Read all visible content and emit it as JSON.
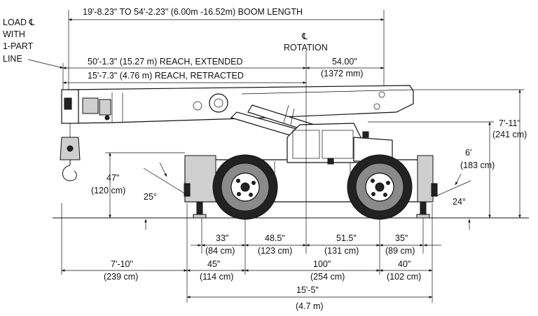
{
  "labels": {
    "boom_length": "19'-8.23\" TO 54'-2.23\" (6.00m  -16.52m) BOOM LENGTH",
    "load_cl_1": "LOAD ℄",
    "load_cl_2": "WITH",
    "load_cl_3": "1-PART",
    "load_cl_4": "LINE",
    "rotation_cl": "℄",
    "rotation": "ROTATION",
    "reach_extended": "50'-1.3\" (15.27 m) REACH, EXTENDED",
    "reach_retracted": "15'-7.3\" (4.76 m) REACH, RETRACTED",
    "rot_offset_a": "54.00\"",
    "rot_offset_b": "(1372 mm)",
    "height_total_a": "7'-11\"",
    "height_total_b": "(241 cm)",
    "height_cab_a": "6'",
    "height_cab_b": "(183 cm)",
    "front_height_a": "47\"",
    "front_height_b": "(120 cm)",
    "approach_angle": "25°",
    "departure_angle": "24°",
    "dim_33_a": "33\"",
    "dim_33_b": "(84 cm)",
    "dim_48_a": "48.5\"",
    "dim_48_b": "(123 cm)",
    "dim_51_a": "51.5\"",
    "dim_51_b": "(131 cm)",
    "dim_35_a": "35\"",
    "dim_35_b": "(89 cm)",
    "overhang_a": "7'-10\"",
    "overhang_b": "(239 cm)",
    "dim_45_a": "45\"",
    "dim_45_b": "(114 cm)",
    "wheelbase_a": "100\"",
    "wheelbase_b": "(254 cm)",
    "dim_40_a": "40\"",
    "dim_40_b": "(102 cm)",
    "length_a": "15'-5\"",
    "length_b": "(4.7 m)"
  }
}
